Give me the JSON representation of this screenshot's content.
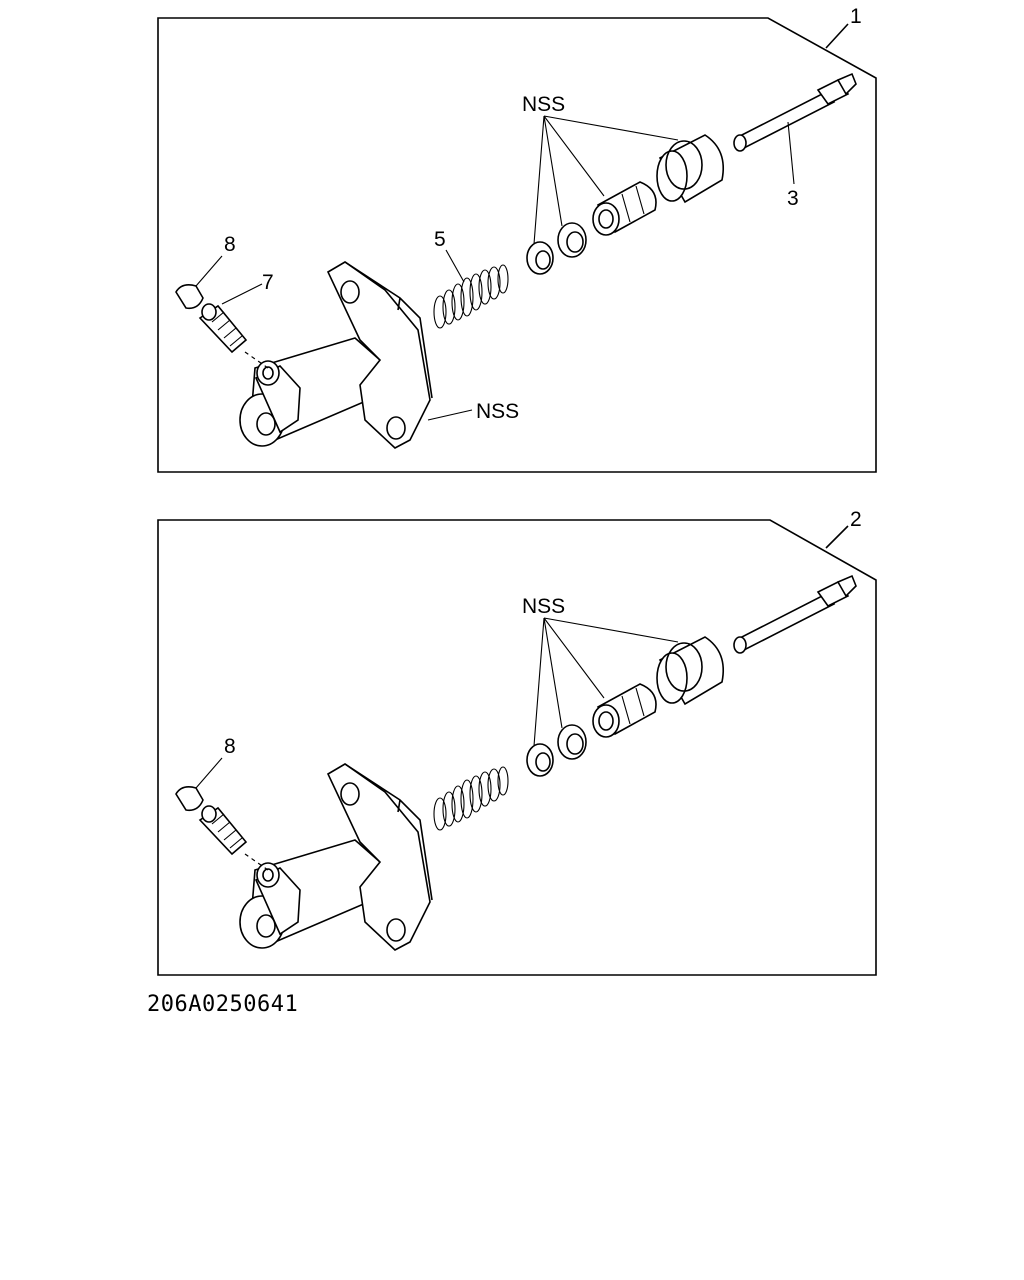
{
  "figure_code": "206A0250641",
  "panels": [
    {
      "id": "1",
      "callouts": {
        "nss_top": "NSS",
        "nss_body": "NSS",
        "rod": "3",
        "spring": "5",
        "bleeder": "7",
        "cap": "8"
      }
    },
    {
      "id": "2",
      "callouts": {
        "nss_top": "NSS",
        "cap": "8"
      }
    }
  ]
}
